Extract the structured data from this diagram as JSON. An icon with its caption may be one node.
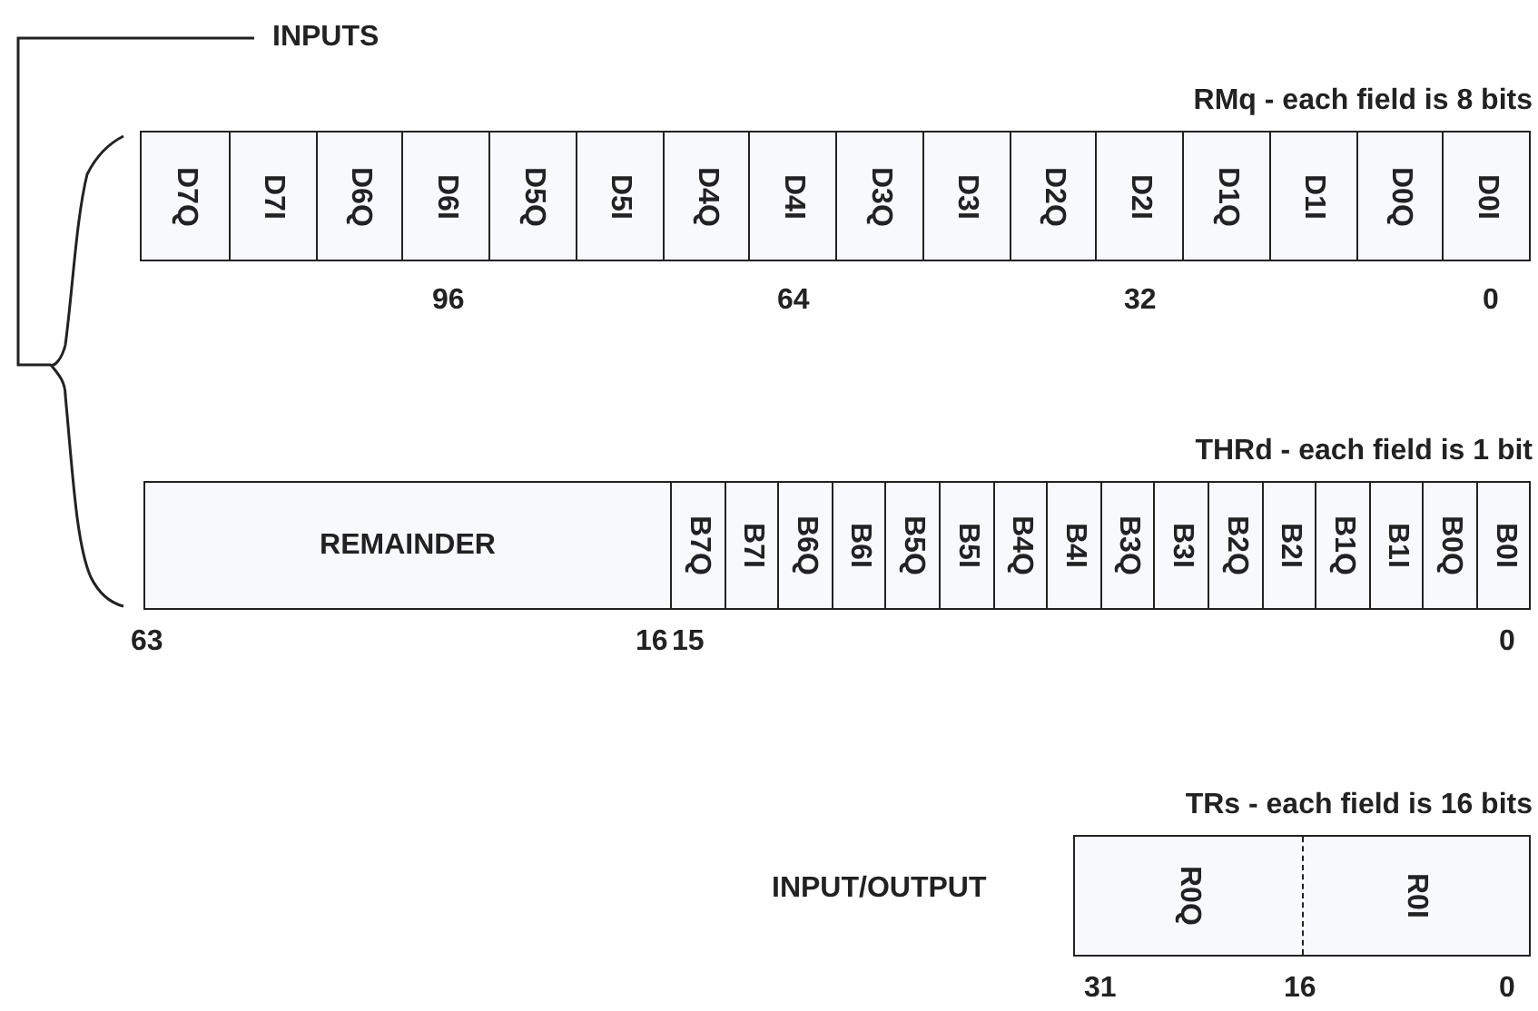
{
  "diagram": {
    "nodes": [
      {
        "text": [
          "RMq - each field is 8 bits"
        ]
      },
      {
        "text": [
          "D7Q"
        ],
        "in": 0
      },
      {
        "text": [
          "D7I"
        ],
        "in": 0
      },
      {
        "text": [
          "D6Q"
        ],
        "in": 0
      },
      {
        "text": [
          "D6I"
        ],
        "in": 0
      },
      {
        "text": [
          "D5Q"
        ],
        "in": 0
      },
      {
        "text": [
          "D5I"
        ],
        "in": 0
      },
      {
        "text": [
          "D4Q"
        ],
        "in": 0
      },
      {
        "text": [
          "D4I"
        ],
        "in": 0
      },
      {
        "text": [
          "D3Q"
        ],
        "in": 0
      },
      {
        "text": [
          "D3I"
        ],
        "in": 0
      },
      {
        "text": [
          "D2Q"
        ],
        "in": 0
      },
      {
        "text": [
          "D2I"
        ],
        "in": 0
      },
      {
        "text": [
          "D1Q"
        ],
        "in": 0
      },
      {
        "text": [
          "D1I"
        ],
        "in": 0
      },
      {
        "text": [
          "D0Q"
        ],
        "in": 0
      },
      {
        "text": [
          "D0I"
        ],
        "in": 0
      },
      {
        "text": [
          "THRd - each field is 1 bit"
        ]
      },
      {
        "text": [
          "REMAINDER"
        ],
        "in": 17
      },
      {
        "text": [
          "B7Q"
        ],
        "in": 17
      },
      {
        "text": [
          "B7I"
        ],
        "in": 17
      },
      {
        "text": [
          "B6Q"
        ],
        "in": 17
      },
      {
        "text": [
          "B6I"
        ],
        "in": 17
      },
      {
        "text": [
          "B5Q"
        ],
        "in": 17
      },
      {
        "text": [
          "B5I"
        ],
        "in": 17
      },
      {
        "text": [
          "B4Q"
        ],
        "in": 17
      },
      {
        "text": [
          "B4I"
        ],
        "in": 17
      },
      {
        "text": [
          "B3Q"
        ],
        "in": 17
      },
      {
        "text": [
          "B3I"
        ],
        "in": 17
      },
      {
        "text": [
          "B2Q"
        ],
        "in": 17
      },
      {
        "text": [
          "B2I"
        ],
        "in": 17
      },
      {
        "text": [
          "B1Q"
        ],
        "in": 17
      },
      {
        "text": [
          "B1I"
        ],
        "in": 17
      },
      {
        "text": [
          "B0Q"
        ],
        "in": 17
      },
      {
        "text": [
          "B0I"
        ],
        "in": 17
      },
      {
        "text": [
          "TRs - each field is 16 bits"
        ]
      },
      {
        "text": [
          "R0Q"
        ],
        "in": 35
      },
      {
        "text": [
          "R0I"
        ],
        "in": 35
      }
    ],
    "labels": [
      "INPUTS",
      "96",
      "64",
      "32",
      "0",
      "63",
      "16",
      "15",
      "0",
      "INPUT/OUTPUT",
      "31",
      "16",
      "0"
    ]
  }
}
